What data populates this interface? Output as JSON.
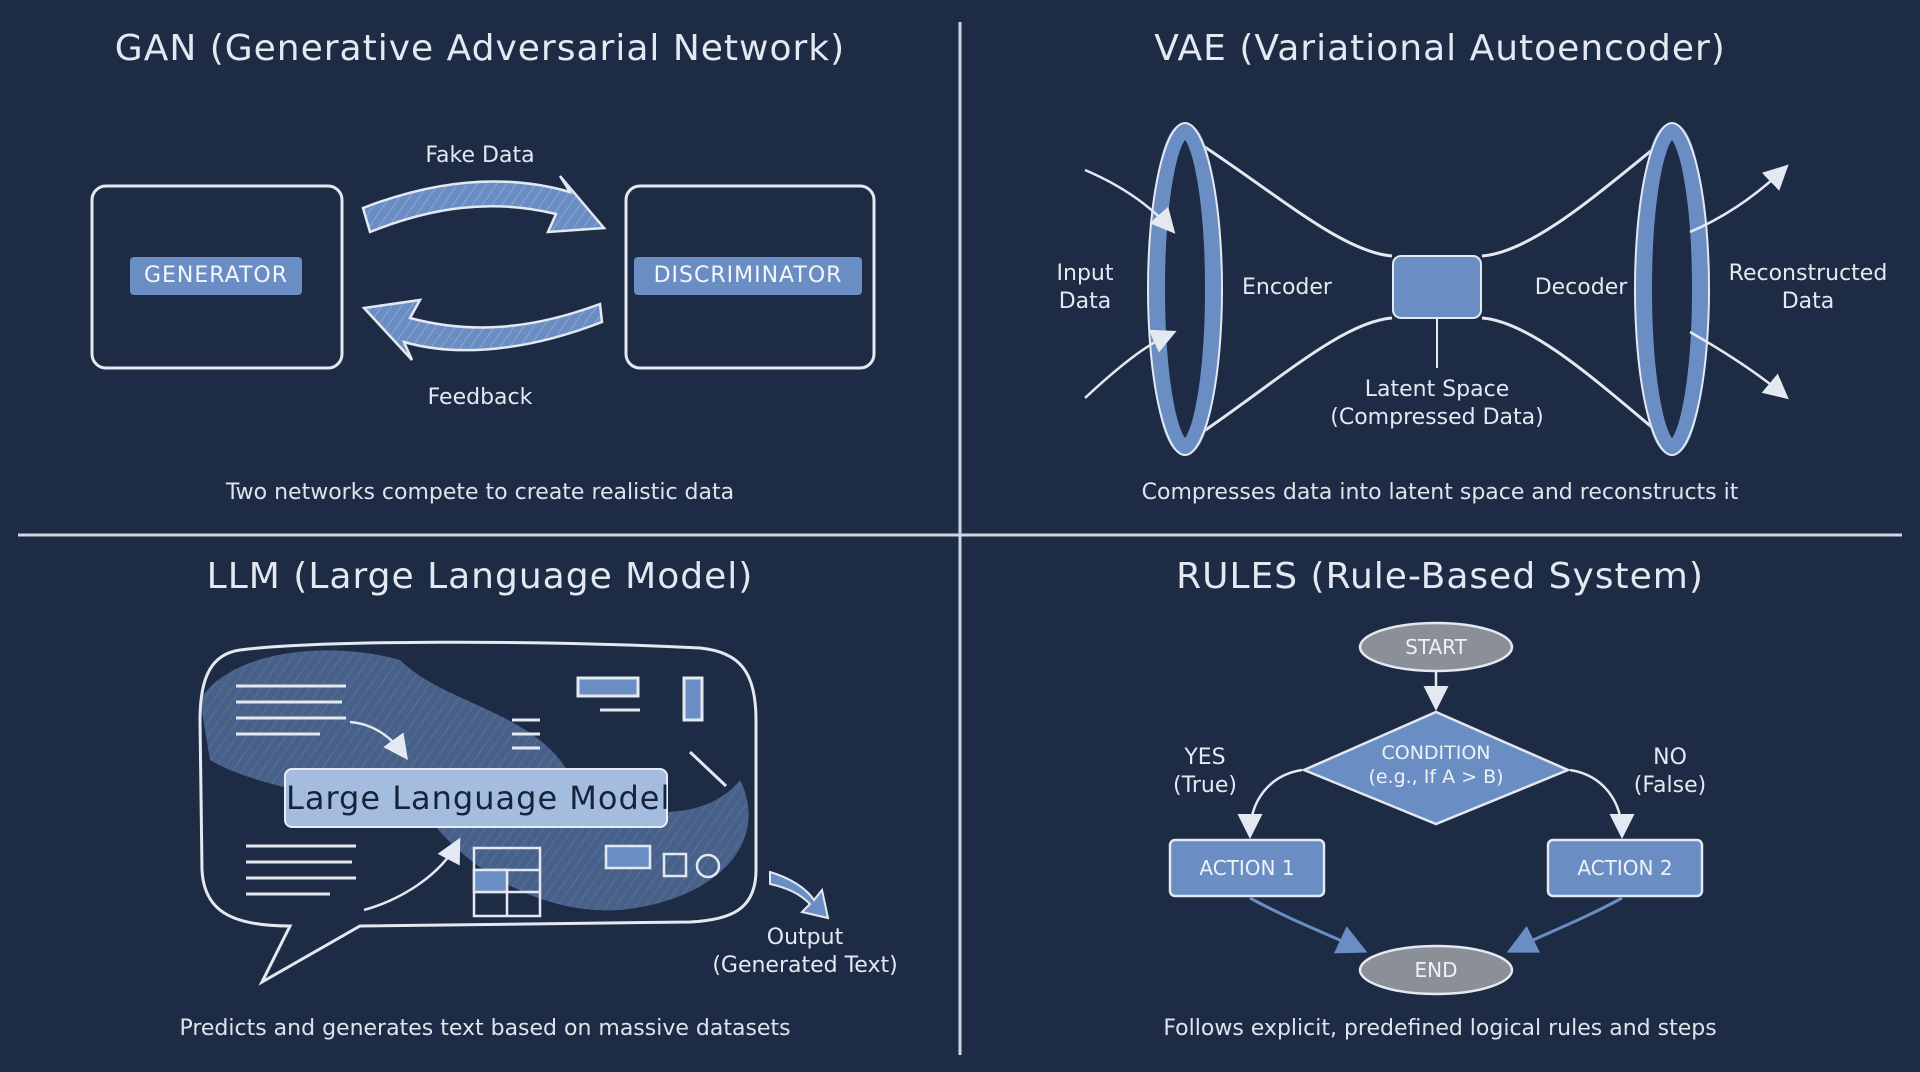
{
  "gan": {
    "title": "GAN (Generative Adversarial Network)",
    "generator": "GENERATOR",
    "discriminator": "DISCRIMINATOR",
    "fake_data": "Fake Data",
    "feedback": "Feedback",
    "caption": "Two networks compete to create realistic data"
  },
  "vae": {
    "title": "VAE (Variational Autoencoder)",
    "input_line1": "Input",
    "input_line2": "Data",
    "encoder": "Encoder",
    "decoder": "Decoder",
    "output_line1": "Reconstructed",
    "output_line2": "Data",
    "latent_line1": "Latent Space",
    "latent_line2": "(Compressed Data)",
    "caption": "Compresses data into latent space and reconstructs it"
  },
  "llm": {
    "title": "LLM (Large Language Model)",
    "model_label": "Large Language Model",
    "output_line1": "Output",
    "output_line2": "(Generated Text)",
    "caption": "Predicts and generates text based on massive datasets"
  },
  "rules": {
    "title": "RULES (Rule-Based System)",
    "start": "START",
    "condition_line1": "CONDITION",
    "condition_line2": "(e.g., If A > B)",
    "yes_line1": "YES",
    "yes_line2": "(True)",
    "no_line1": "NO",
    "no_line2": "(False)",
    "action1": "ACTION 1",
    "action2": "ACTION 2",
    "end": "END",
    "caption": "Follows explicit, predefined logical rules and steps"
  },
  "colors": {
    "background": "#1d2b45",
    "accent": "#6a8ec3",
    "chalk": "#e4e8f0",
    "node_gray": "#8a8f98"
  }
}
